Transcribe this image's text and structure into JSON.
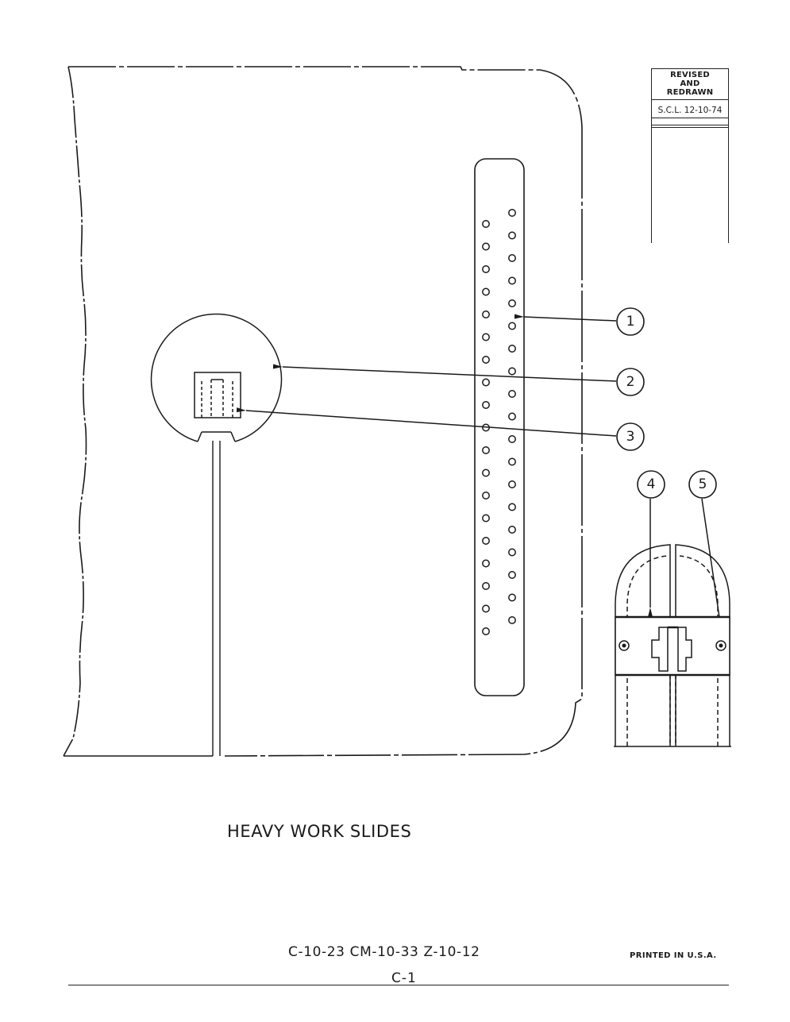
{
  "revision": {
    "lines": [
      "REVISED",
      "AND",
      "REDRAWN"
    ],
    "date": "S.C.L. 12-10-74"
  },
  "callouts": [
    "1",
    "2",
    "3",
    "4",
    "5"
  ],
  "title": "HEAVY WORK SLIDES",
  "models": "C-10-23 CM-10-33 Z-10-12",
  "page_number": "C-1",
  "printed": "PRINTED IN U.S.A."
}
